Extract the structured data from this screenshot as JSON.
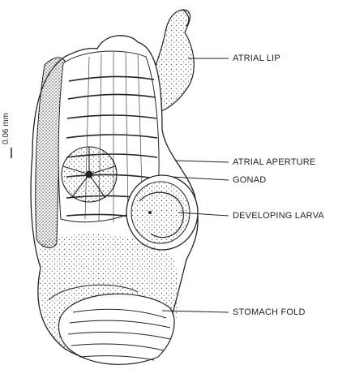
{
  "labels": {
    "atrial_lip": "ATRIAL LIP",
    "atrial_aperture": "ATRIAL APERTURE",
    "gonad": "GONAD",
    "developing_larva": "DEVELOPING LARVA",
    "stomach_fold": "STOMACH FOLD"
  },
  "scale_bar": {
    "label": "0.06 mm"
  },
  "colors": {
    "ink": "#222222",
    "stipple": "#555555",
    "background": "#ffffff"
  }
}
